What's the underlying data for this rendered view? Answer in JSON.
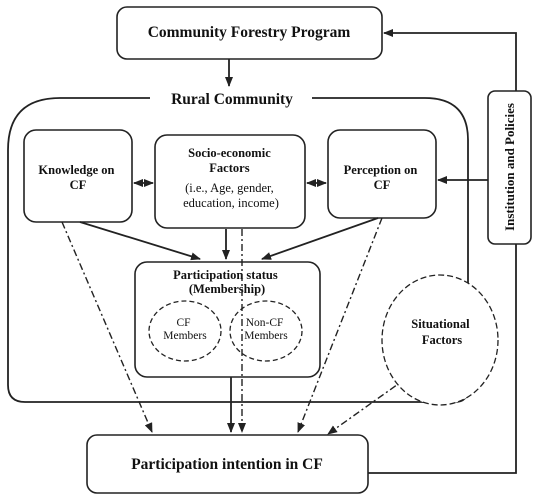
{
  "nodes": {
    "cfp": "Community Forestry Program",
    "rural": "Rural Community",
    "knowledge": [
      "Knowledge on",
      "CF"
    ],
    "socio": [
      "Socio-economic",
      "Factors",
      "(i.e., Age, gender,",
      "education, income)"
    ],
    "perception": [
      "Perception on",
      "CF"
    ],
    "participation": [
      "Participation status",
      "(Membership)"
    ],
    "cf_members": [
      "CF",
      "Members"
    ],
    "non_cf_members": [
      "Non-CF",
      "Members"
    ],
    "situational": [
      "Situational",
      "Factors"
    ],
    "institution": "Institution and Policies",
    "intention": "Participation intention in CF"
  }
}
